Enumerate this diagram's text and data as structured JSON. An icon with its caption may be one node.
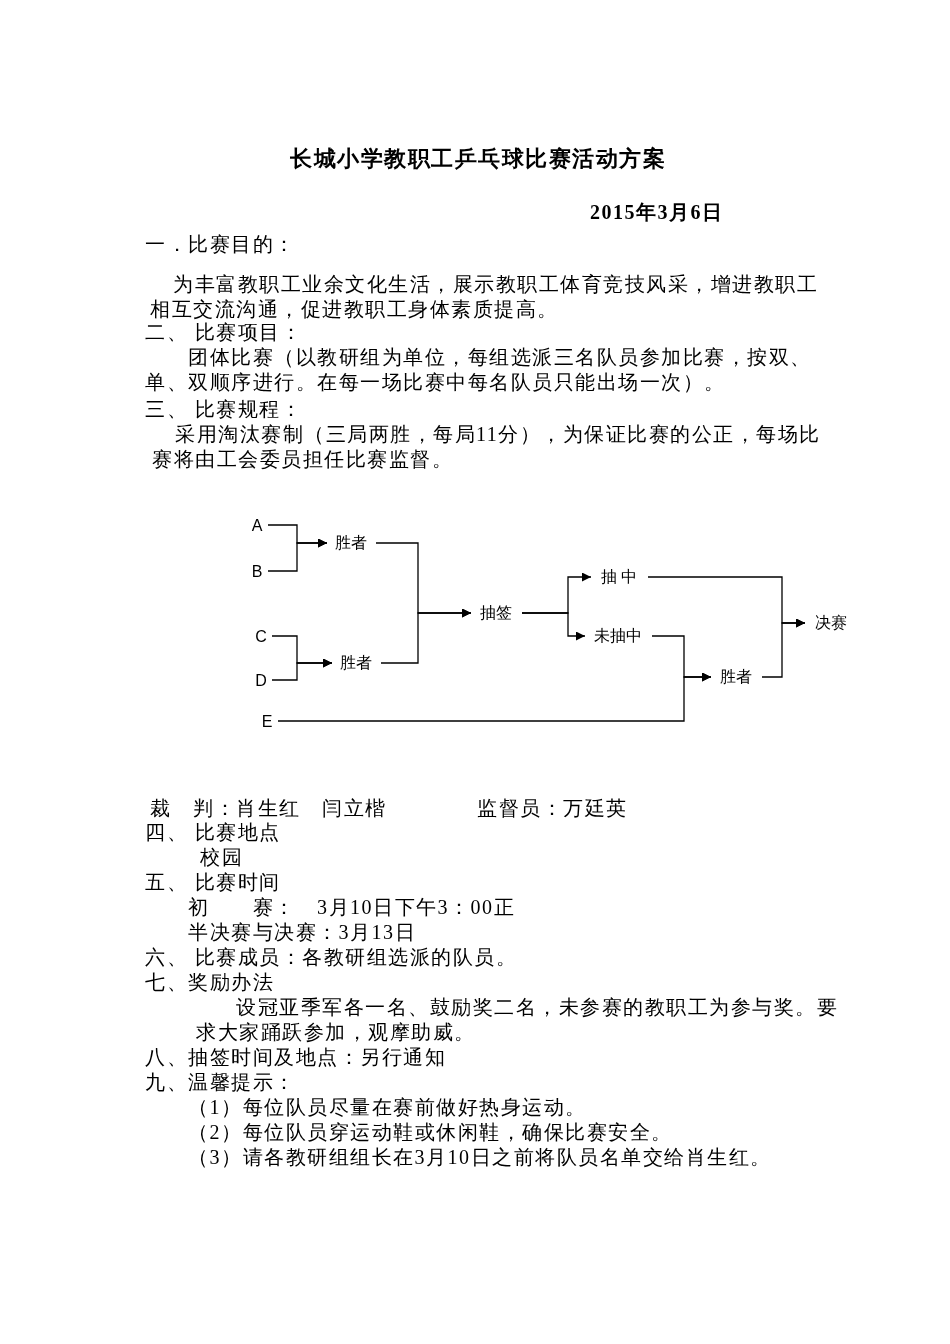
{
  "diagram": {
    "title": "长城小学教职工乒乓球比赛活动方案",
    "nodes": [
      {
        "text": [
          "A"
        ]
      },
      {
        "text": [
          "B"
        ]
      },
      {
        "text": [
          "胜者"
        ]
      },
      {
        "text": [
          "C"
        ]
      },
      {
        "text": [
          "D"
        ]
      },
      {
        "text": [
          "胜者"
        ]
      },
      {
        "text": [
          "抽签"
        ]
      },
      {
        "text": [
          "抽 中"
        ]
      },
      {
        "text": [
          "未抽中"
        ]
      },
      {
        "text": [
          "E"
        ]
      },
      {
        "text": [
          "胜者"
        ]
      },
      {
        "text": [
          "决赛"
        ]
      }
    ],
    "edges": [
      {
        "from": 0,
        "to": 2,
        "arrow": "to"
      },
      {
        "from": 1,
        "to": 2,
        "arrow": "to"
      },
      {
        "from": 3,
        "to": 5,
        "arrow": "to"
      },
      {
        "from": 4,
        "to": 5,
        "arrow": "to"
      },
      {
        "from": 2,
        "to": 6,
        "arrow": "to"
      },
      {
        "from": 5,
        "to": 6,
        "arrow": "to"
      },
      {
        "from": 6,
        "to": 7,
        "arrow": "to"
      },
      {
        "from": 6,
        "to": 8,
        "arrow": "to"
      },
      {
        "from": 8,
        "to": 10,
        "arrow": "to"
      },
      {
        "from": 9,
        "to": 10,
        "arrow": "to"
      },
      {
        "from": 7,
        "to": 11,
        "arrow": "to"
      },
      {
        "from": 10,
        "to": 11,
        "arrow": "to"
      }
    ],
    "labels": [
      "2015年3月6日",
      "一．比赛目的：",
      "为丰富教职工业余文化生活，展示教职工体育竞技风采，增进教职工相互交流沟通，促进教职工身体素质提高。",
      "二、 比赛项目：",
      "团体比赛（以教研组为单位，每组选派三名队员参加比赛，按双、单、双顺序进行。在每一场比赛中每名队员只能出场一次）。",
      "三、 比赛规程：",
      "采用淘汰赛制（三局两胜，每局11分），为保证比赛的公正，每场比赛将由工会委员担任比赛监督。",
      "裁　判：肖生红　闫立楷",
      "监督员：万廷英",
      "四、 比赛地点",
      "校园",
      "五、 比赛时间",
      "初　　赛：　3月10日下午3：00正",
      "半决赛与决赛：3月13日",
      "六、 比赛成员：各教研组选派的队员。",
      "七、奖励办法",
      "设冠亚季军各一名、鼓励奖二名，未参赛的教职工为参与奖。要求大家踊跃参加，观摩助威。",
      "八、抽签时间及地点：另行通知",
      "九、温馨提示：",
      "（1）每位队员尽量在赛前做好热身运动。",
      "（2）每位队员穿运动鞋或休闲鞋，确保比赛安全。",
      "（3）请各教研组组长在3月10日之前将队员名单交给肖生红。"
    ]
  }
}
